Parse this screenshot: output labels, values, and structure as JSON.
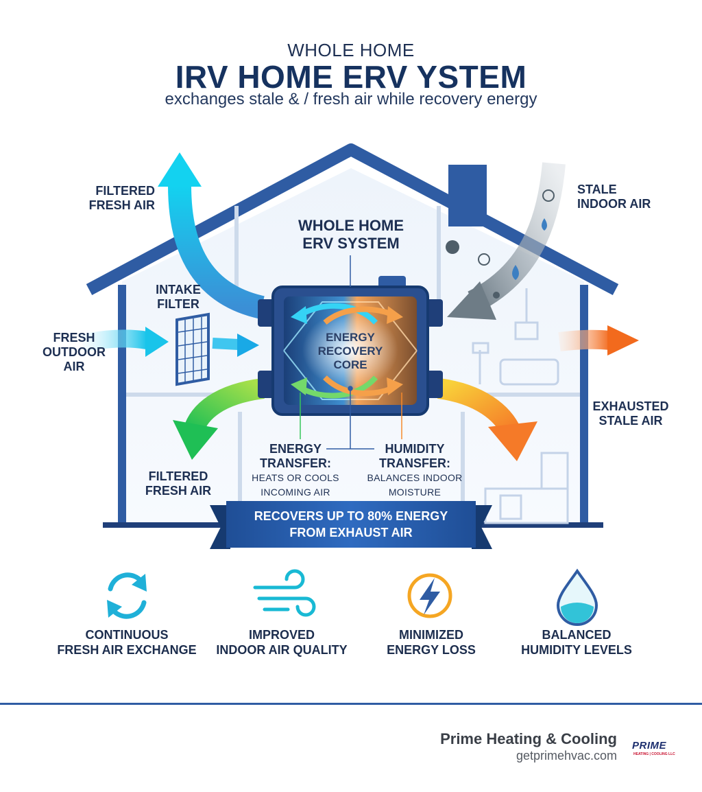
{
  "header": {
    "supertitle": "WHOLE HOME",
    "title": "IRV HOME ERV YSTEM",
    "subtitle": "exchanges stale & / fresh air while recovery energy"
  },
  "diagram": {
    "unit_title_line1": "WHOLE HOME",
    "unit_title_line2": "ERV SYSTEM",
    "core_line1": "ENERGY",
    "core_line2": "RECOVERY",
    "core_line3": "CORE",
    "labels": {
      "filtered_fresh_air_top_1": "FILTERED",
      "filtered_fresh_air_top_2": "FRESH AIR",
      "stale_indoor_air_1": "STALE",
      "stale_indoor_air_2": "INDOOR AIR",
      "intake_filter_1": "INTAKE",
      "intake_filter_2": "FILTER",
      "fresh_outdoor_air_1": "FRESH",
      "fresh_outdoor_air_2": "OUTDOOR",
      "fresh_outdoor_air_3": "AIR",
      "exhausted_stale_air_1": "EXHAUSTED",
      "exhausted_stale_air_2": "STALE AIR",
      "filtered_fresh_air_bottom_1": "FILTERED",
      "filtered_fresh_air_bottom_2": "FRESH AIR",
      "energy_transfer_1": "ENERGY",
      "energy_transfer_2": "TRANSFER:",
      "energy_transfer_3": "HEATS OR COOLS",
      "energy_transfer_4": "INCOMING AIR",
      "humidity_transfer_1": "HUMIDITY",
      "humidity_transfer_2": "TRANSFER:",
      "humidity_transfer_3": "BALANCES INDOOR",
      "humidity_transfer_4": "MOISTURE"
    },
    "banner_line1": "RECOVERS UP TO 80% ENERGY",
    "banner_line2": "FROM EXHAUST AIR",
    "colors": {
      "house_blue": "#2f5ca3",
      "fresh_cyan": "#19c4ea",
      "supply_green": "#37c65a",
      "exhaust_orange": "#f58a2c",
      "stale_gray": "#7f8c96",
      "navy": "#16325f"
    }
  },
  "features": [
    {
      "icon": "refresh-cycle-icon",
      "line1": "CONTINUOUS",
      "line2": "FRESH AIR EXCHANGE"
    },
    {
      "icon": "wind-icon",
      "line1": "IMPROVED",
      "line2": "INDOOR AIR QUALITY"
    },
    {
      "icon": "lightning-bolt-icon",
      "line1": "MINIMIZED",
      "line2": "ENERGY LOSS"
    },
    {
      "icon": "water-drop-icon",
      "line1": "BALANCED",
      "line2": "HUMIDITY LEVELS"
    }
  ],
  "footer": {
    "company": "Prime Heating & Cooling",
    "url": "getprimehvac.com",
    "logo_text": "PRIME",
    "logo_subtext": "HEATING | COOLING LLC"
  }
}
